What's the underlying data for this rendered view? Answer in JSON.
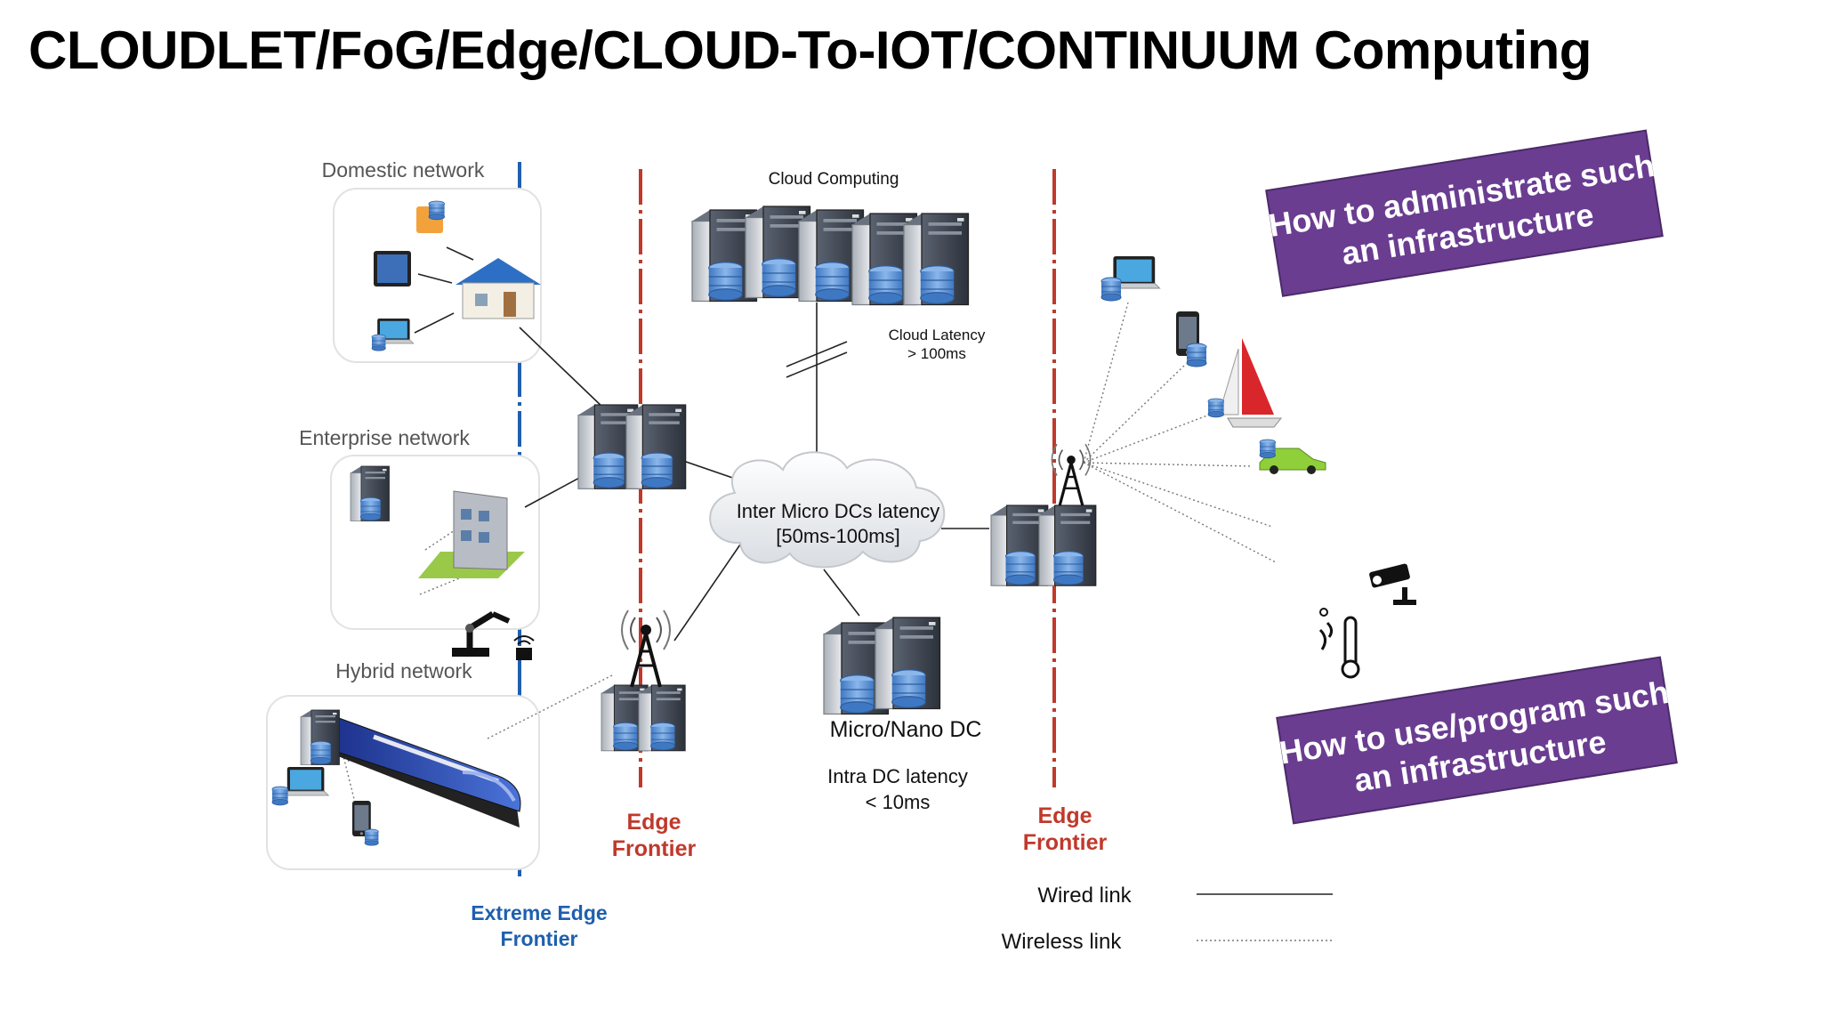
{
  "title": "CLOUDLET/FoG/Edge/CLOUD-To-IOT/CONTINUUM Computing",
  "networks": {
    "domestic": "Domestic network",
    "enterprise": "Enterprise network",
    "hybrid": "Hybrid network"
  },
  "cloud": {
    "label": "Cloud Computing",
    "latency_line1": "Cloud Latency",
    "latency_line2": "> 100ms"
  },
  "inter_dc": {
    "line1": "Inter Micro DCs latency",
    "line2": "[50ms-100ms]"
  },
  "micro_dc": {
    "label": "Micro/Nano DC",
    "latency_line1": "Intra DC latency",
    "latency_line2": "< 10ms"
  },
  "frontiers": {
    "edge_line1": "Edge",
    "edge_line2": "Frontier",
    "extreme_line1": "Extreme Edge",
    "extreme_line2": "Frontier"
  },
  "legend": {
    "wired": "Wired link",
    "wireless": "Wireless link"
  },
  "banners": {
    "admin_line1": "How to administrate such",
    "admin_line2": "an infrastructure",
    "program_line1": "How to use/program such",
    "program_line2": "an infrastructure"
  },
  "colors": {
    "edge_frontier": "#c0392b",
    "extreme_frontier": "#1f5fae",
    "banner": "#6a3d91",
    "server": "#3c4450",
    "database": "#5b8fd0"
  }
}
